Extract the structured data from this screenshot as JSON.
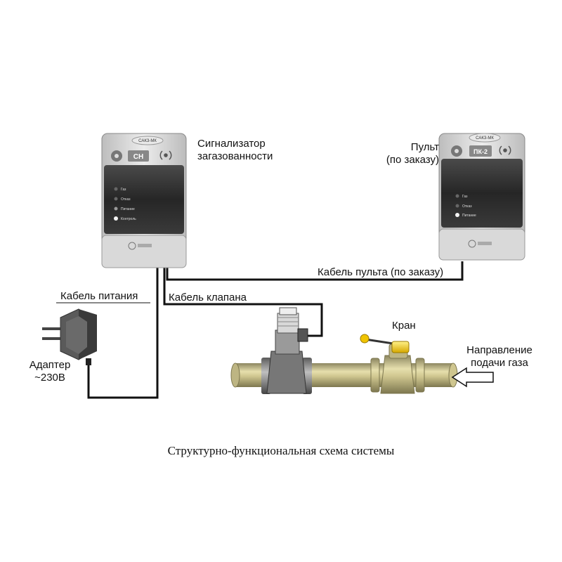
{
  "labels": {
    "detector": [
      "Сигнализатор",
      "загазованности"
    ],
    "remote": [
      "Пульт",
      "(по заказу)"
    ],
    "remote_cable": "Кабель пульта (по заказу)",
    "power_cable": "Кабель питания",
    "valve_cable": "Кабель клапана",
    "tap": "Кран",
    "flow": [
      "Направление",
      "подачи газа"
    ],
    "adapter": [
      "Адаптер",
      "~230В"
    ]
  },
  "caption": "Структурно-функциональная схема системы",
  "devices": {
    "detector": {
      "brand": "САКЗ-МК",
      "code": "СН",
      "indicators": [
        "Газ",
        "Отказ",
        "Питание",
        "Контроль"
      ]
    },
    "remote": {
      "brand": "САКЗ-МК",
      "code": "ПК-2",
      "indicators": [
        "Газ",
        "Отказ",
        "Питание"
      ]
    }
  },
  "colors": {
    "pipe": "#d6cf9a",
    "pipe_dark": "#8c8660",
    "handle": "#f0c400",
    "device_body": "#dcdcdc",
    "device_panel": "#2e2e2e",
    "cable": "#111111"
  }
}
